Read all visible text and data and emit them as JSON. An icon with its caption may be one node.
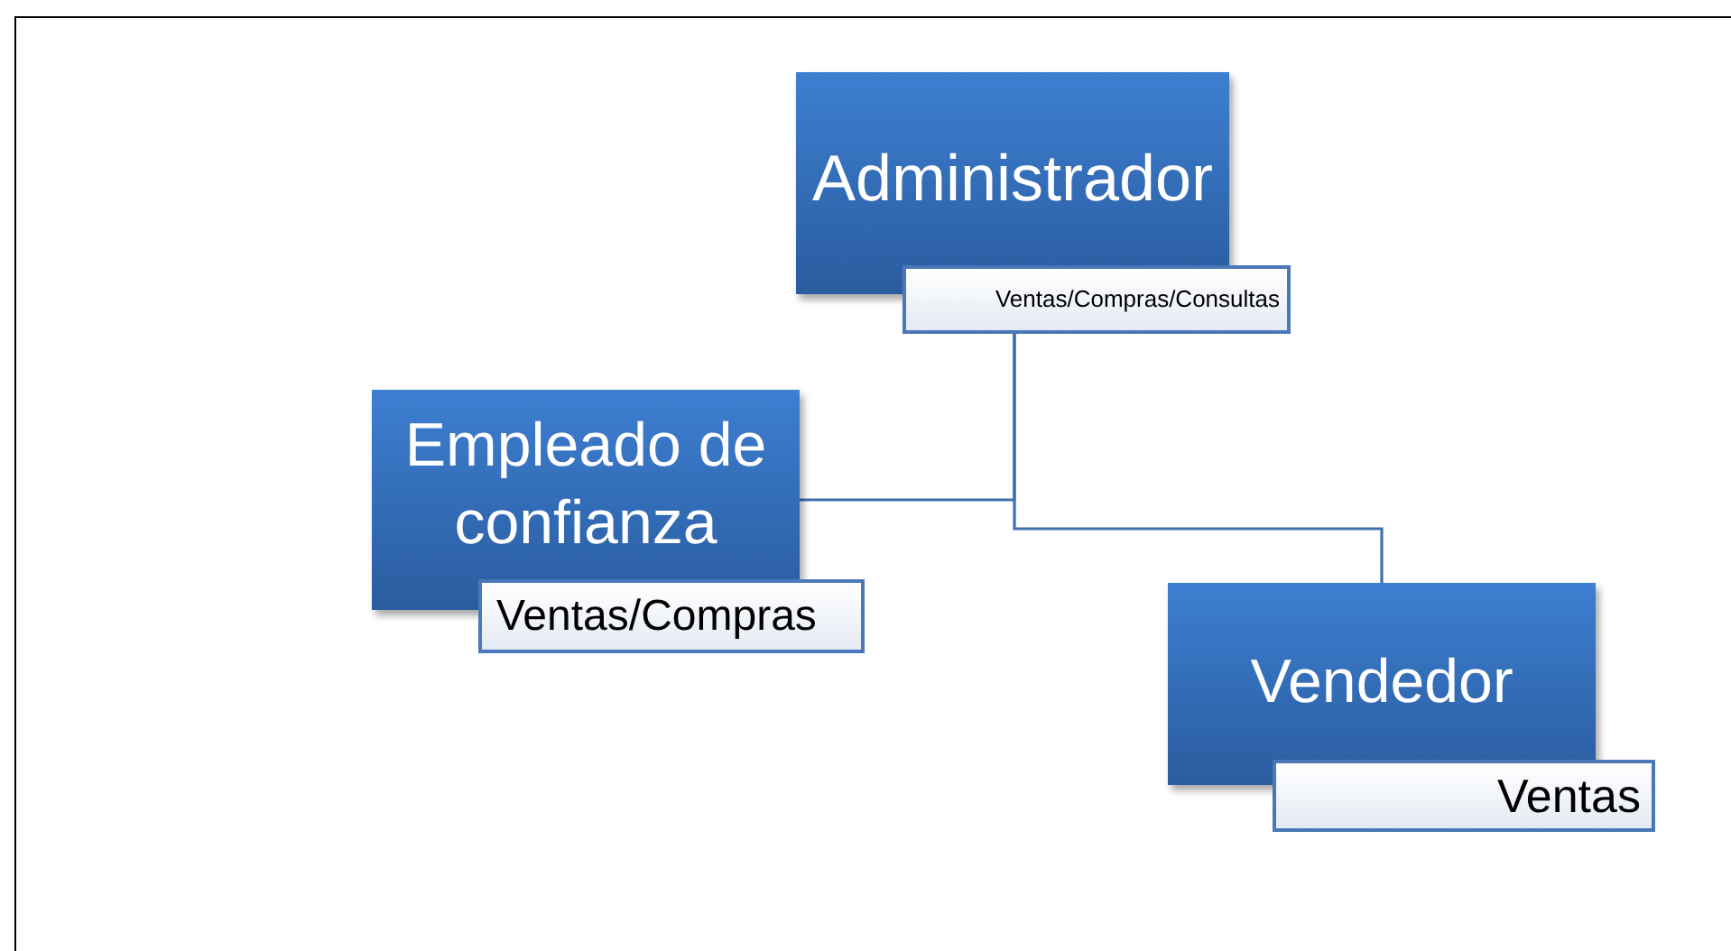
{
  "diagram": {
    "nodes": [
      {
        "text": [
          "Administrador"
        ]
      },
      {
        "text": [
          "Ventas/Compras/Consultas"
        ]
      },
      {
        "text": [
          "Empleado de confianza"
        ]
      },
      {
        "text": [
          "Ventas/Compras"
        ]
      },
      {
        "text": [
          "Vendedor"
        ]
      },
      {
        "text": [
          "Ventas"
        ]
      }
    ],
    "edges": [
      {
        "from": 1,
        "to": 2,
        "arrow": "none"
      },
      {
        "from": 1,
        "to": 4,
        "arrow": "none"
      }
    ]
  }
}
